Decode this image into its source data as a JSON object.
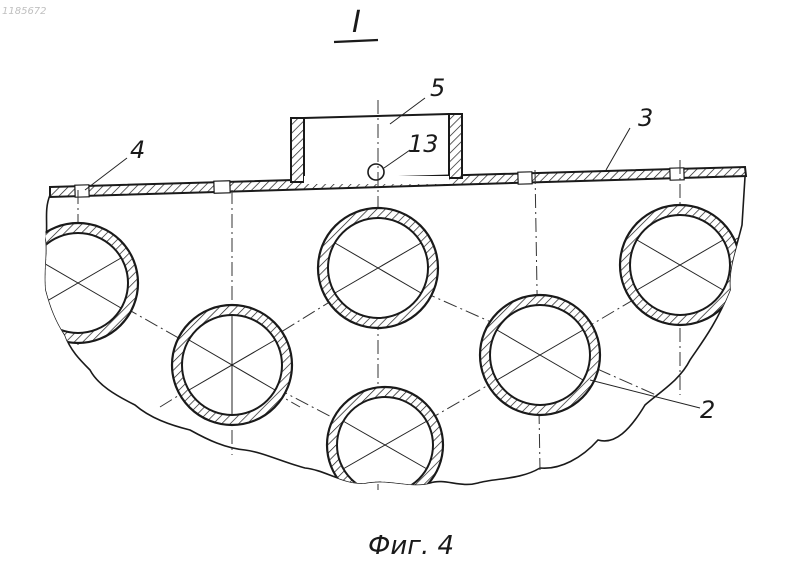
{
  "figure": {
    "section_label": "I",
    "caption": "Фиг. 4",
    "scan_mark": "1185672",
    "callouts": [
      {
        "id": "plate",
        "text": "3"
      },
      {
        "id": "edge-insert",
        "text": "4"
      },
      {
        "id": "nozzle",
        "text": "5"
      },
      {
        "id": "hole",
        "text": "13"
      },
      {
        "id": "tube",
        "text": "2"
      }
    ]
  }
}
